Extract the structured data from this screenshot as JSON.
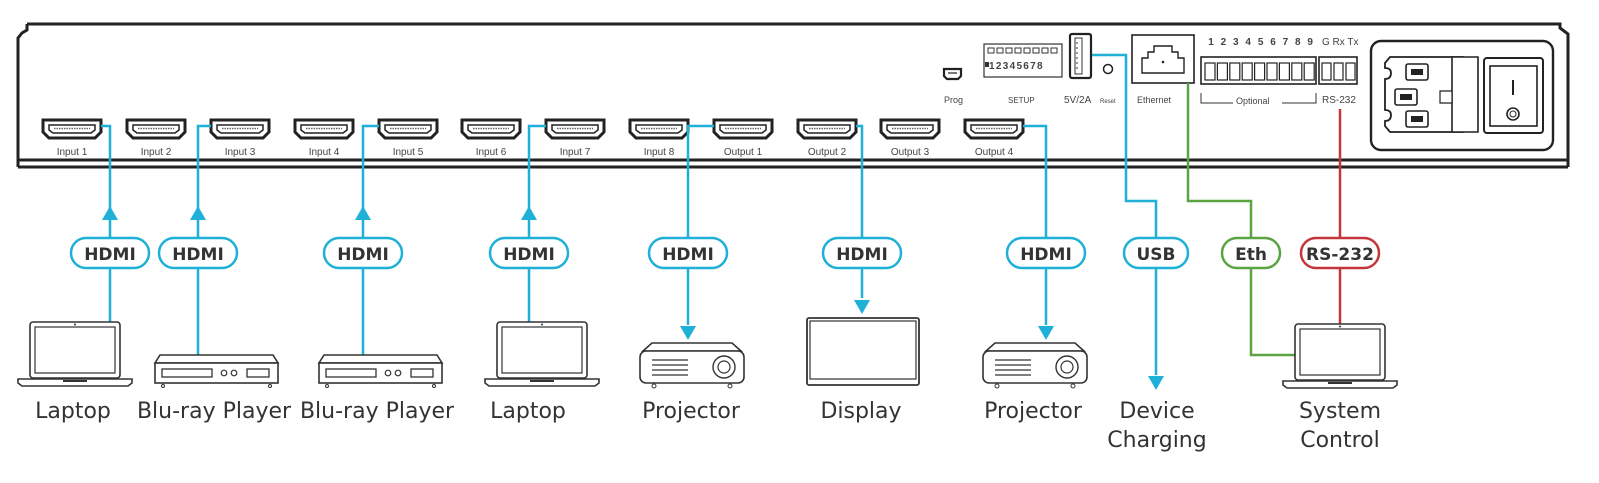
{
  "colors": {
    "hdmi": "#1fb0d8",
    "usb": "#1fb0d8",
    "ethernet": "#5aa542",
    "rs232": "#c4363b",
    "device_outline": "#333333"
  },
  "panel": {
    "hdmi_ports": [
      {
        "label": "Input 1"
      },
      {
        "label": "Input 2"
      },
      {
        "label": "Input 3"
      },
      {
        "label": "Input 4"
      },
      {
        "label": "Input 5"
      },
      {
        "label": "Input 6"
      },
      {
        "label": "Input 7"
      },
      {
        "label": "Input 8"
      },
      {
        "label": "Output 1"
      },
      {
        "label": "Output 2"
      },
      {
        "label": "Output 3"
      },
      {
        "label": "Output 4"
      }
    ],
    "prog_label": "Prog",
    "setup_label": "SETUP",
    "setup_dip_numbers": "12345678",
    "usb_label": "5V/2A",
    "reset_label": "Reset",
    "ethernet_label": "Ethernet",
    "optional_numbers": [
      "1",
      "2",
      "3",
      "4",
      "5",
      "6",
      "7",
      "8",
      "9"
    ],
    "optional_label": "Optional",
    "rs232_pins": "G Rx Tx",
    "rs232_label": "RS-232"
  },
  "connections": [
    {
      "pill": "HDMI",
      "device": "Laptop",
      "device_line2": "",
      "type": "hdmi",
      "direction": "in"
    },
    {
      "pill": "HDMI",
      "device": "Blu-ray Player",
      "device_line2": "",
      "type": "hdmi",
      "direction": "in"
    },
    {
      "pill": "HDMI",
      "device": "Blu-ray Player",
      "device_line2": "",
      "type": "hdmi",
      "direction": "in"
    },
    {
      "pill": "HDMI",
      "device": "Laptop",
      "device_line2": "",
      "type": "hdmi",
      "direction": "in"
    },
    {
      "pill": "HDMI",
      "device": "Projector",
      "device_line2": "",
      "type": "hdmi",
      "direction": "out"
    },
    {
      "pill": "HDMI",
      "device": "Display",
      "device_line2": "",
      "type": "hdmi",
      "direction": "out"
    },
    {
      "pill": "HDMI",
      "device": "Projector",
      "device_line2": "",
      "type": "hdmi",
      "direction": "out"
    },
    {
      "pill": "USB",
      "device": "Device",
      "device_line2": "Charging",
      "type": "usb",
      "direction": "out"
    },
    {
      "pill": "Eth",
      "device": "System",
      "device_line2": "Control",
      "type": "ethernet",
      "direction": "bi"
    },
    {
      "pill": "RS-232",
      "device": "",
      "device_line2": "",
      "type": "rs232",
      "direction": "bi"
    }
  ]
}
